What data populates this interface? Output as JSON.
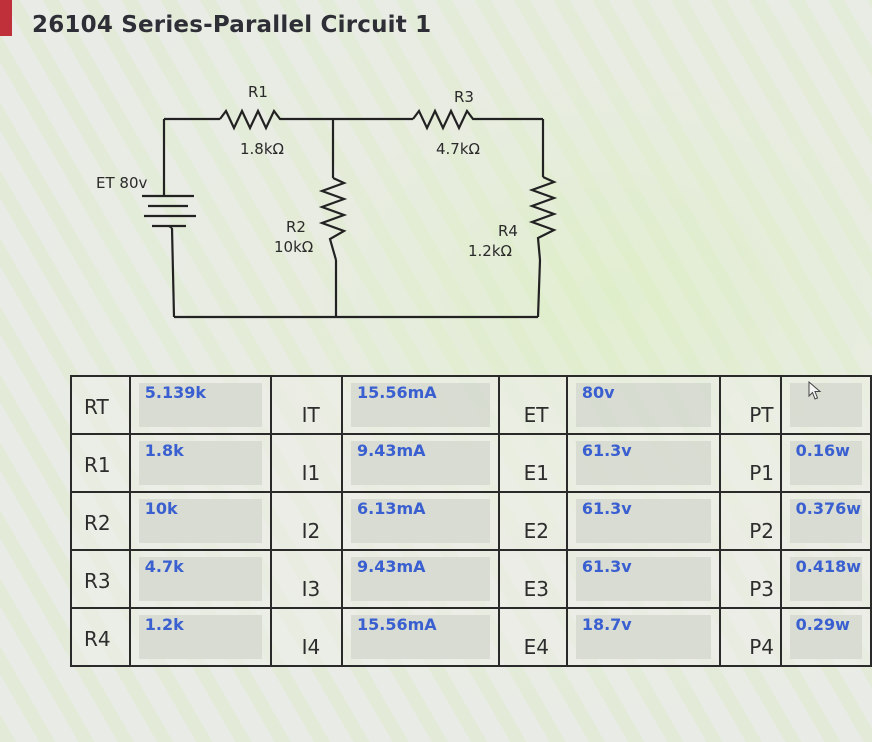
{
  "page": {
    "title": "26104 Series-Parallel Circuit 1",
    "accent_color": "#c0303a",
    "value_color": "#3a5fd0"
  },
  "circuit": {
    "source": {
      "label": "ET 80v",
      "icon": "battery-icon"
    },
    "resistors": [
      {
        "name": "R1",
        "value": "1.8kΩ"
      },
      {
        "name": "R2",
        "value": "10kΩ"
      },
      {
        "name": "R3",
        "value": "4.7kΩ"
      },
      {
        "name": "R4",
        "value": "1.2kΩ"
      }
    ]
  },
  "table": {
    "rows": [
      {
        "r_label": "RT",
        "r_value": "5.139k",
        "i_label": "IT",
        "i_value": "15.56mA",
        "e_label": "ET",
        "e_value": "80v",
        "p_label": "PT",
        "p_value": ""
      },
      {
        "r_label": "R1",
        "r_value": "1.8k",
        "i_label": "I1",
        "i_value": "9.43mA",
        "e_label": "E1",
        "e_value": "61.3v",
        "p_label": "P1",
        "p_value": "0.16w"
      },
      {
        "r_label": "R2",
        "r_value": "10k",
        "i_label": "I2",
        "i_value": "6.13mA",
        "e_label": "E2",
        "e_value": "61.3v",
        "p_label": "P2",
        "p_value": "0.376w"
      },
      {
        "r_label": "R3",
        "r_value": "4.7k",
        "i_label": "I3",
        "i_value": "9.43mA",
        "e_label": "E3",
        "e_value": "61.3v",
        "p_label": "P3",
        "p_value": "0.418w"
      },
      {
        "r_label": "R4",
        "r_value": "1.2k",
        "i_label": "I4",
        "i_value": "15.56mA",
        "e_label": "E4",
        "e_value": "18.7v",
        "p_label": "P4",
        "p_value": "0.29w"
      }
    ]
  }
}
